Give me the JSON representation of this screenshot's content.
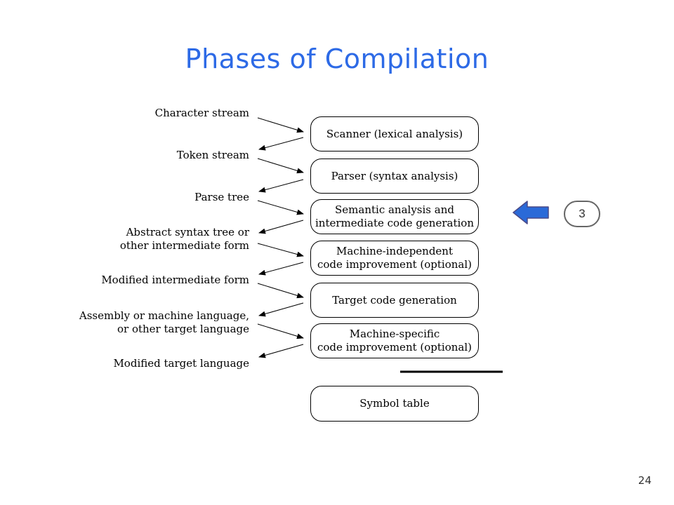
{
  "slide": {
    "title": "Phases of Compilation",
    "page_number": "24",
    "step_marker": "3",
    "accent_color": "#2d6ae6",
    "pointer_arrow_color": "#2b6ad8",
    "pointer_arrow_icon": "left-arrow-icon"
  },
  "diagram": {
    "phases": [
      {
        "lines": [
          "Scanner (lexical analysis)"
        ]
      },
      {
        "lines": [
          "Parser (syntax analysis)"
        ]
      },
      {
        "lines": [
          "Semantic analysis and",
          "intermediate code generation"
        ]
      },
      {
        "lines": [
          "Machine-independent",
          "code improvement (optional)"
        ]
      },
      {
        "lines": [
          "Target code generation"
        ]
      },
      {
        "lines": [
          "Machine-specific",
          "code improvement (optional)"
        ]
      }
    ],
    "symbol_table": {
      "lines": [
        "Symbol table"
      ]
    },
    "representations": [
      {
        "lines": [
          "Character stream"
        ]
      },
      {
        "lines": [
          "Token stream"
        ]
      },
      {
        "lines": [
          "Parse tree"
        ]
      },
      {
        "lines": [
          "Abstract syntax tree or",
          "other intermediate form"
        ]
      },
      {
        "lines": [
          "Modified intermediate form"
        ]
      },
      {
        "lines": [
          "Assembly or machine language,",
          "or other target language"
        ]
      },
      {
        "lines": [
          "Modified target language"
        ]
      }
    ]
  }
}
